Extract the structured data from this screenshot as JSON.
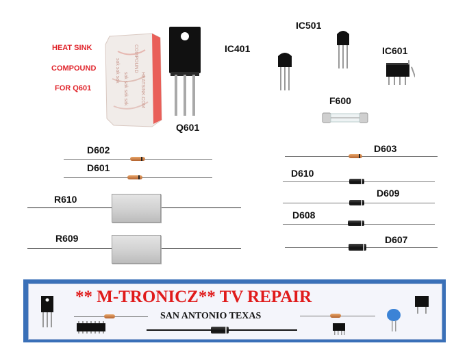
{
  "heat_sink": {
    "line1": "HEAT SINK",
    "line2": "COMPOUND",
    "line3": "FOR  Q601"
  },
  "labels": {
    "q601": "Q601",
    "ic401": "IC401",
    "ic501": "IC501",
    "ic601": "IC601",
    "f600": "F600",
    "d602": "D602",
    "d601": "D601",
    "d603": "D603",
    "d610": "D610",
    "d609": "D609",
    "d608": "D608",
    "d607": "D607",
    "r610": "R610",
    "r609": "R609"
  },
  "banner": {
    "title": "** M-TRONICZ**  TV REPAIR",
    "subtitle": "SAN ANTONIO TEXAS"
  },
  "colors": {
    "heat_sink_text": "#e0232a",
    "banner_title": "#e01b1b",
    "banner_frame": "#3a70b8"
  }
}
